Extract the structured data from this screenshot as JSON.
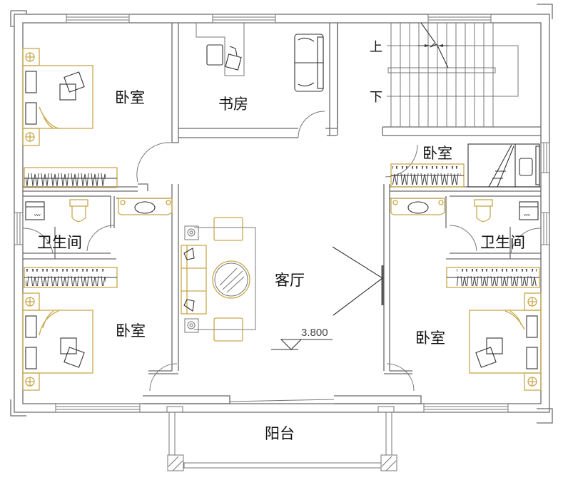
{
  "title": "二层平面图",
  "colors": {
    "wall": "#6b6b6b",
    "furniture": "#c9a84a",
    "text": "#111111",
    "background": "#ffffff"
  },
  "rooms": {
    "bedroom_top_left": "卧室",
    "study": "书房",
    "bedroom_top_right": "卧室",
    "bathroom_left": "卫生间",
    "bathroom_right": "卫生间",
    "living_room": "客厅",
    "bedroom_bottom_left": "卧室",
    "bedroom_bottom_right": "卧室",
    "balcony": "阳台"
  },
  "stairs": {
    "up_label": "上",
    "down_label": "下"
  },
  "elevation": {
    "value": "3.800"
  },
  "icons": {
    "bed": "bed-icon",
    "wardrobe": "wardrobe-icon",
    "toilet": "toilet-icon",
    "sink": "sink-icon",
    "washing_machine": "washing-machine-icon",
    "sofa": "sofa-icon",
    "desk": "desk-icon",
    "tv": "tv-icon",
    "bunk_bed": "bunk-bed-icon",
    "stairs": "stairs-icon",
    "elevation_marker": "elevation-marker-icon"
  }
}
